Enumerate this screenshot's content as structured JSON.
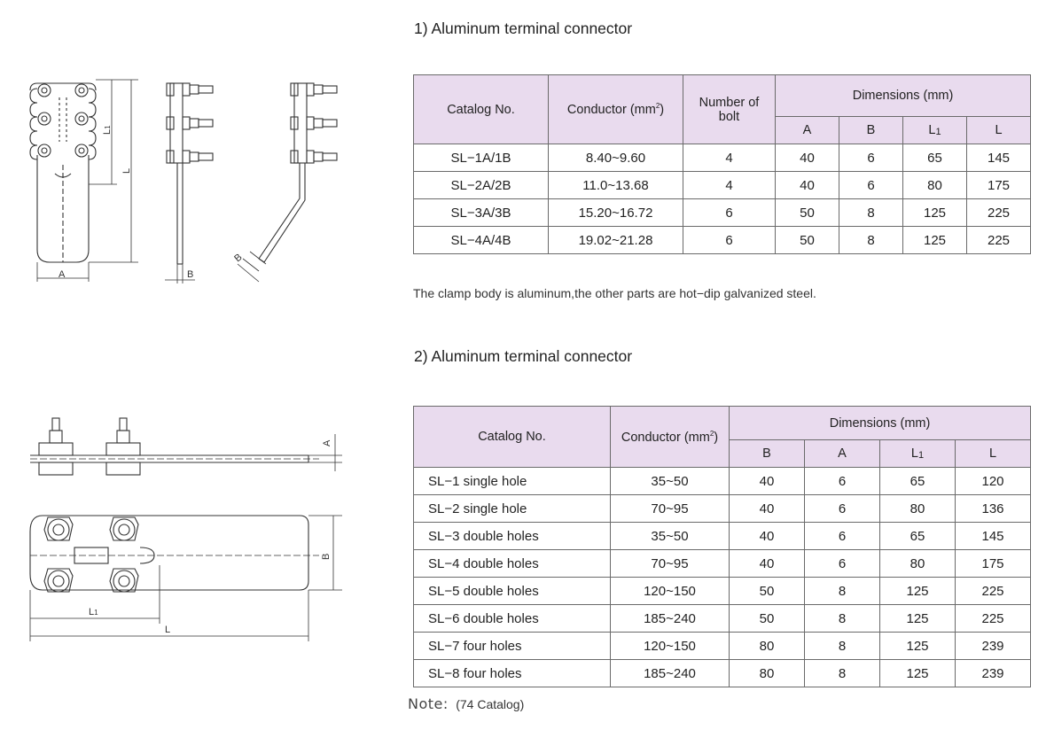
{
  "section1": {
    "heading": "1)  Aluminum terminal connector",
    "drawing_labels": {
      "A": "A",
      "B": "B",
      "L": "L",
      "L1": "L",
      "L1_sub": "1",
      "B2": "B"
    },
    "table": {
      "headers": {
        "catalog": "Catalog No.",
        "conductor": "Conductor (mm",
        "conductor_sup": "2",
        "conductor_close": ")",
        "bolt_line1": "Number of",
        "bolt_line2": "bolt",
        "dimensions": "Dimensions (mm)",
        "A": "A",
        "B": "B",
        "L1": "L",
        "L1_sub": "1",
        "L": "L"
      },
      "rows": [
        {
          "catalog": "SL−1A/1B",
          "conductor": "8.40~9.60",
          "bolt": "4",
          "A": "40",
          "B": "6",
          "L1": "65",
          "L": "145"
        },
        {
          "catalog": "SL−2A/2B",
          "conductor": "11.0~13.68",
          "bolt": "4",
          "A": "40",
          "B": "6",
          "L1": "80",
          "L": "175"
        },
        {
          "catalog": "SL−3A/3B",
          "conductor": "15.20~16.72",
          "bolt": "6",
          "A": "50",
          "B": "8",
          "L1": "125",
          "L": "225"
        },
        {
          "catalog": "SL−4A/4B",
          "conductor": "19.02~21.28",
          "bolt": "6",
          "A": "50",
          "B": "8",
          "L1": "125",
          "L": "225"
        }
      ]
    },
    "note": "The clamp body is aluminum,the other parts are hot−dip galvanized steel."
  },
  "section2": {
    "heading": "2)  Aluminum terminal connector",
    "drawing_labels": {
      "A": "A",
      "B": "B",
      "L": "L",
      "L1": "L",
      "L1_sub": "1"
    },
    "table": {
      "headers": {
        "catalog": "Catalog No.",
        "conductor": "Conductor (mm",
        "conductor_sup": "2",
        "conductor_close": ")",
        "dimensions": "Dimensions (mm)",
        "B": "B",
        "A": "A",
        "L1": "L",
        "L1_sub": "1",
        "L": "L"
      },
      "rows": [
        {
          "catalog": "SL−1 single hole",
          "conductor": "35~50",
          "B": "40",
          "A": "6",
          "L1": "65",
          "L": "120"
        },
        {
          "catalog": "SL−2 single hole",
          "conductor": "70~95",
          "B": "40",
          "A": "6",
          "L1": "80",
          "L": "136"
        },
        {
          "catalog": "SL−3 double holes",
          "conductor": "35~50",
          "B": "40",
          "A": "6",
          "L1": "65",
          "L": "145"
        },
        {
          "catalog": "SL−4 double holes",
          "conductor": "70~95",
          "B": "40",
          "A": "6",
          "L1": "80",
          "L": "175"
        },
        {
          "catalog": "SL−5 double holes",
          "conductor": "120~150",
          "B": "50",
          "A": "8",
          "L1": "125",
          "L": "225"
        },
        {
          "catalog": "SL−6 double holes",
          "conductor": "185~240",
          "B": "50",
          "A": "8",
          "L1": "125",
          "L": "225"
        },
        {
          "catalog": "SL−7 four holes",
          "conductor": "120~150",
          "B": "80",
          "A": "8",
          "L1": "125",
          "L": "239"
        },
        {
          "catalog": "SL−8 four holes",
          "conductor": "185~240",
          "B": "80",
          "A": "8",
          "L1": "125",
          "L": "239"
        }
      ]
    }
  },
  "footer": {
    "note_label": "Note:",
    "note_text": "(74 Catalog)"
  },
  "colors": {
    "header_fill": "#e9dbee",
    "border": "#6a6a6a",
    "text": "#222222",
    "drawing_stroke": "#333333"
  }
}
